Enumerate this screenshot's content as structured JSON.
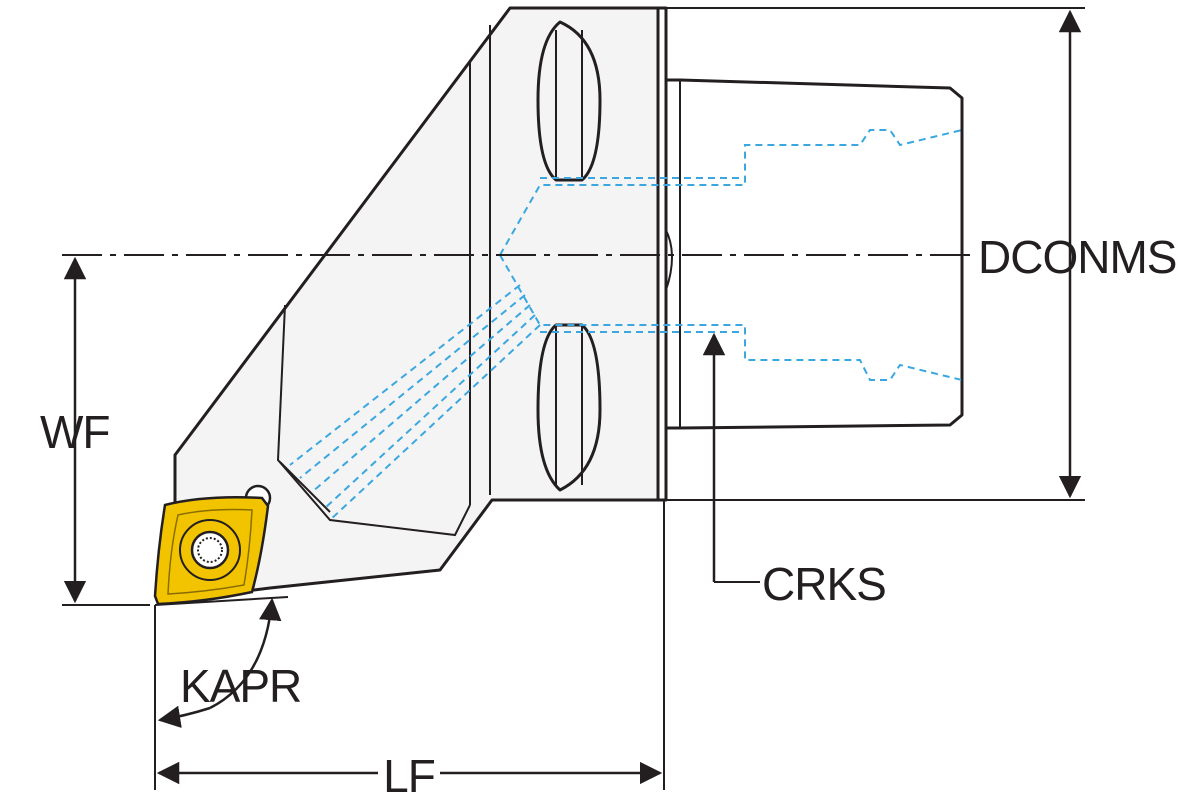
{
  "labels": {
    "dconms": "DCONMS",
    "wf": "WF",
    "crks": "CRKS",
    "kapr": "KAPR",
    "lf": "LF"
  },
  "colors": {
    "insert": "#f2c400",
    "insert_edge": "#231f20",
    "coolant": "#3aa7e0",
    "outline": "#231f20",
    "body": "#f4f4f4"
  }
}
